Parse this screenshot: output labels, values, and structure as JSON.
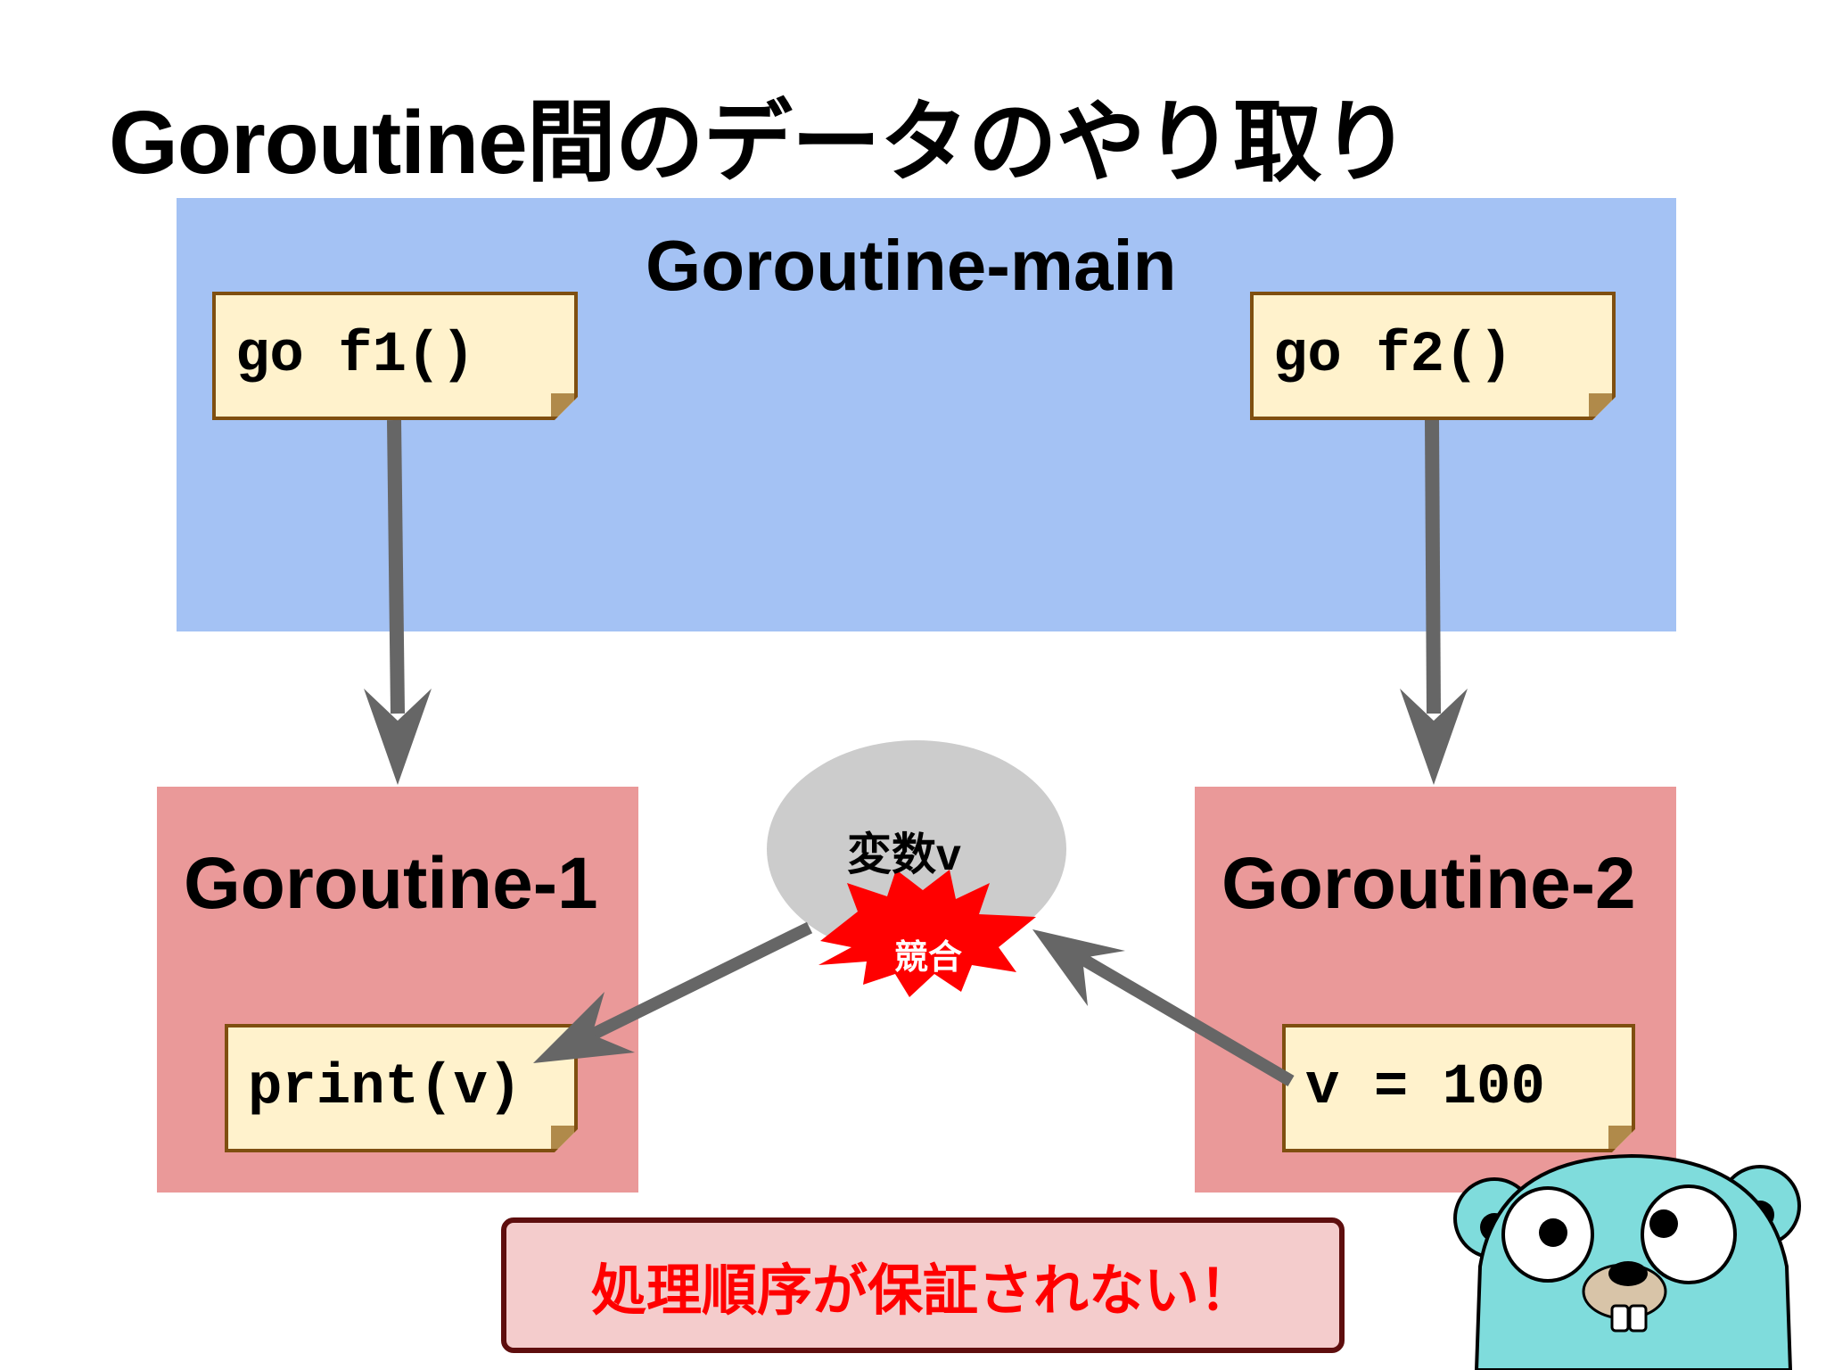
{
  "title": "Goroutine間のデータのやり取り",
  "main_panel": {
    "label": "Goroutine-main",
    "note1": "go f1()",
    "note2": "go f2()"
  },
  "goroutine1": {
    "label": "Goroutine-1",
    "code": "print(v)"
  },
  "goroutine2": {
    "label": "Goroutine-2",
    "code": "v = 100"
  },
  "variable": {
    "label": "変数v"
  },
  "conflict": {
    "label": "競合"
  },
  "warning": {
    "text": "処理順序が保証されない！"
  },
  "colors": {
    "main_panel": "#a4c2f4",
    "goroutine_panel": "#ea9999",
    "note_fill": "#fff2cc",
    "note_border": "#7f4f10",
    "arrow": "#666666",
    "variable_ellipse": "#cccccc",
    "conflict_burst": "#ff0000",
    "warning_fill": "#f4cccc",
    "warning_border": "#5e0e0e",
    "warning_text": "#ff0000",
    "gopher": "#7fdcdc"
  },
  "mascot": {
    "icon": "go-gopher-icon"
  }
}
